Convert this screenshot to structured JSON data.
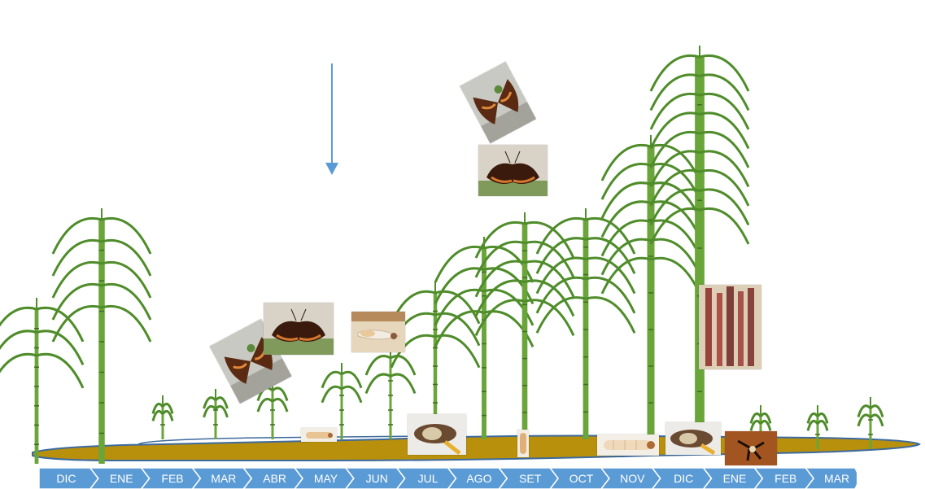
{
  "timeline": {
    "months": [
      "DIC",
      "ENE",
      "FEB",
      "MAR",
      "ABR",
      "MAY",
      "JUN",
      "JUL",
      "AGO",
      "SET",
      "OCT",
      "NOV",
      "DIC",
      "ENE",
      "FEB",
      "MAR"
    ],
    "bar_color": "#5b9bd5",
    "text_color": "#ffffff"
  },
  "colors": {
    "soil": "#b8900c",
    "soil_outline": "#3d6a9e",
    "cane_stem": "#6aa53a",
    "cane_leaf": "#4f8c2a",
    "arrow": "#5b9bd5"
  },
  "elements": {
    "arrow": {
      "name": "down-arrow-icon",
      "direction": "down"
    },
    "photos": [
      "adult-moth-photo",
      "adult-moth-resting-photo",
      "larva-tunnel-photo",
      "small-larva-photo",
      "pupa-cocoon-photo",
      "pupa-photo",
      "larva-photo",
      "pupa-cocoon-photo",
      "dead-larva-photo",
      "bored-stalk-photo",
      "adult-moth-photo",
      "adult-moth-resting-photo"
    ]
  }
}
